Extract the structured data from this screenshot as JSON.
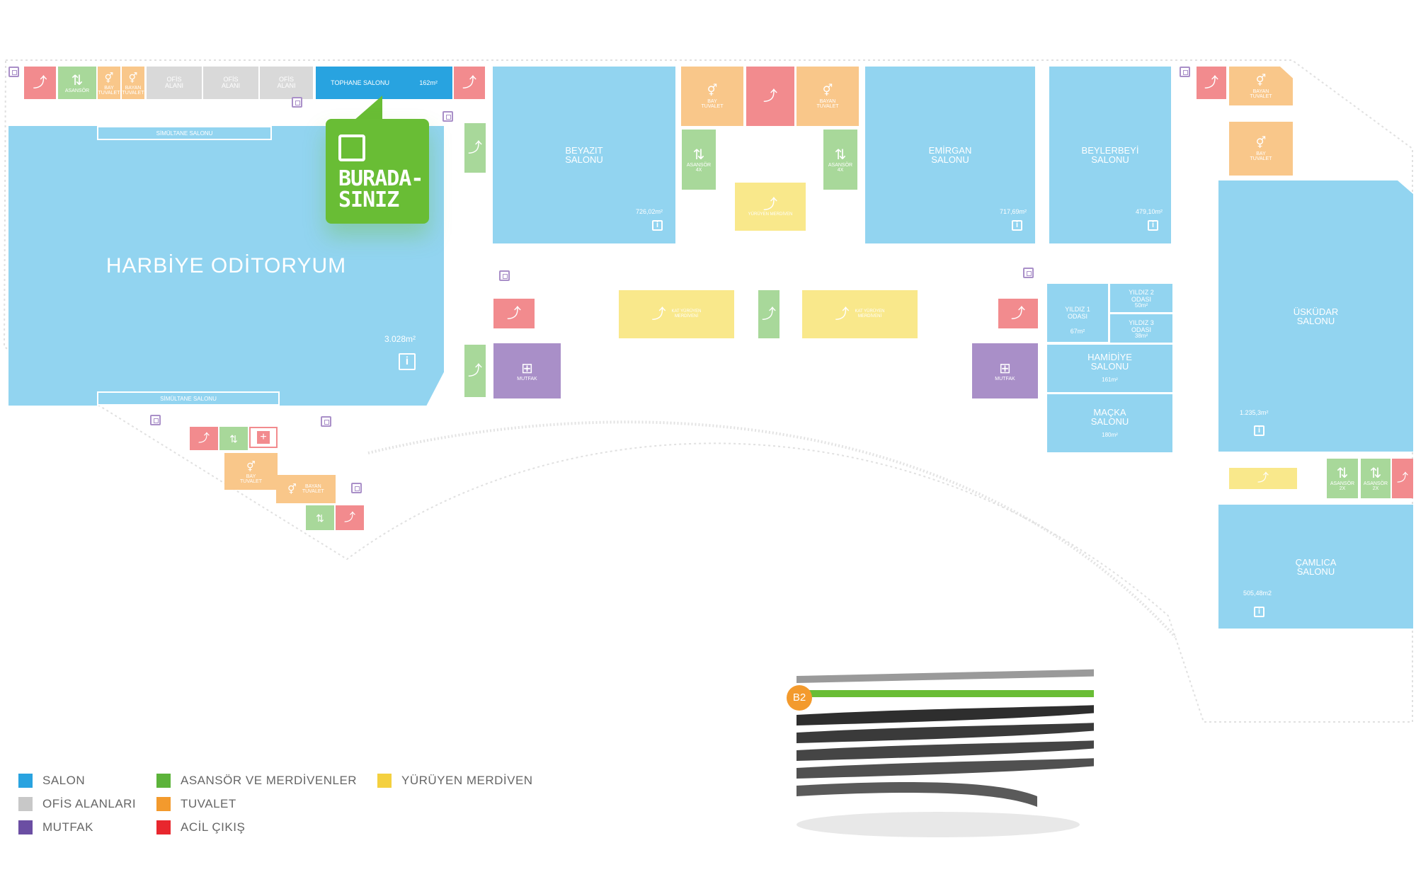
{
  "map_title_main": "HARBİYE ODİTORYUM",
  "main_hall": {
    "name": "HARBİYE ODİTORYUM",
    "area": "3.028m²"
  },
  "you_are_here": "BURADA-\nSINIZ",
  "simultaneous": "SİMÜLTANE SALONU",
  "rooms": {
    "tophane": {
      "name": "TOPHANE SALONU",
      "area": "162m²"
    },
    "beyazit": {
      "name": "BEYAZIT\nSALONU",
      "area": "726,02m²"
    },
    "emirgan": {
      "name": "EMİRGAN\nSALONU",
      "area": "717,69m²"
    },
    "beylerbeyi": {
      "name": "BEYLERBEYİ\nSALONU",
      "area": "479,10m²"
    },
    "uskudar": {
      "name": "ÜSKÜDAR\nSALONU",
      "area": "1.235,3m²"
    },
    "camlica": {
      "name": "ÇAMLICA\nSALONU",
      "area": "505,48m2"
    },
    "yildiz1": {
      "name": "YILDIZ 1\nODASI",
      "area": "67m²"
    },
    "yildiz2": {
      "name": "YILDIZ 2\nODASI",
      "area": "50m²"
    },
    "yildiz3": {
      "name": "YILDIZ 3\nODASI",
      "area": "38m²"
    },
    "hamidiye": {
      "name": "HAMİDİYE\nSALONU",
      "area": "161m²"
    },
    "macka": {
      "name": "MAÇKA\nSALONU",
      "area": "180m²"
    }
  },
  "labels": {
    "office": "OFİS\nALANI",
    "elevator": "ASANSÖR",
    "men_wc": "BAY\nTUVALET",
    "women_wc": "BAYAN\nTUVALET",
    "kitchen": "MUTFAK",
    "escalator": "YÜRÜYEN MERDİVEN",
    "floor_escalator": "KAT YÜRÜYEN\nMERDİVENİ",
    "elev_4x": "ASANSÖR\n4X",
    "elev_2x": "ASANSÖR\n2X"
  },
  "floor_badge": "B2",
  "legend": [
    {
      "label": "SALON",
      "color": "#29a3e0"
    },
    {
      "label": "OFİS ALANLARI",
      "color": "#c8c8c8"
    },
    {
      "label": "MUTFAK",
      "color": "#6b4ea3"
    },
    {
      "label": "ASANSÖR VE MERDİVENLER",
      "color": "#5cb33a"
    },
    {
      "label": "TUVALET",
      "color": "#f39a2d"
    },
    {
      "label": "ACİL ÇIKIŞ",
      "color": "#e8272e"
    },
    {
      "label": "YÜRÜYEN MERDİVEN",
      "color": "#f4d03f"
    }
  ],
  "colors": {
    "salon": "#92d4f0",
    "salon_selected": "#28a3e0",
    "you_are_here": "#69bd35",
    "floor_badge": "#f39a2d"
  }
}
